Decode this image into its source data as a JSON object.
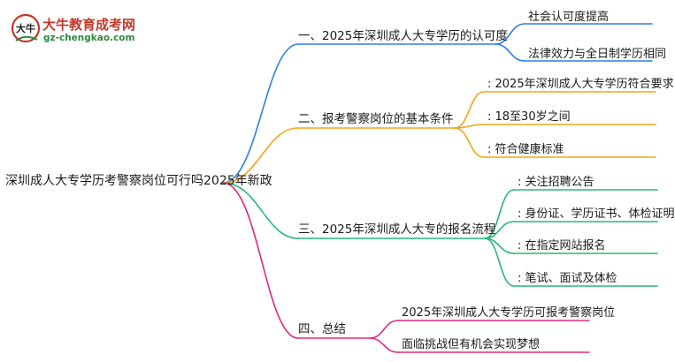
{
  "logo": {
    "name": "大牛教育成考网",
    "url": "gz-chengkao.com",
    "mark_text": "大牛"
  },
  "root": {
    "label": "深圳成人大专学历考警察岗位可行吗2025年新政"
  },
  "branches": [
    {
      "label": "一、2025年深圳成人大专学历的认可度",
      "color": "#2d7fe0",
      "children": [
        "社会认可度提高",
        "法律效力与全日制学历相同"
      ]
    },
    {
      "label": "二、报考警察岗位的基本条件",
      "color": "#f2a516",
      "children": [
        ": 2025年深圳成人大专学历符合要求",
        ": 18至30岁之间",
        ": 符合健康标准"
      ]
    },
    {
      "label": "三、2025年深圳成人大专的报名流程",
      "color": "#27b776",
      "children": [
        ": 关注招聘公告",
        ": 身份证、学历证书、体检证明",
        ": 在指定网站报名",
        ": 笔试、面试及体检"
      ]
    },
    {
      "label": "四、总结",
      "color": "#e0287b",
      "children": [
        "2025年深圳成人大专学历可报考警察岗位",
        "面临挑战但有机会实现梦想"
      ]
    }
  ]
}
